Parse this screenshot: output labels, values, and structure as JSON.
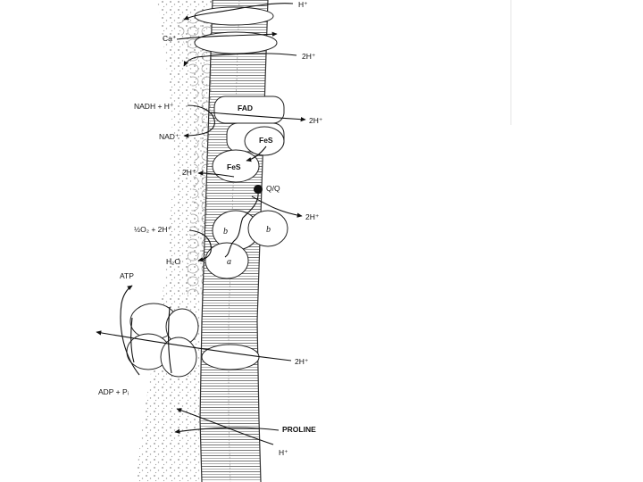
{
  "figure": {
    "labels": {
      "h_top": "H⁺",
      "ca": "Ca⁺",
      "two_h_upper": "2H⁺",
      "nadh": "NADH + H⁺",
      "fad": "FAD",
      "two_h_nadh": "2H⁺",
      "nad": "NAD⁺",
      "fes_upper": "FeS",
      "fes_lower": "FeS",
      "two_h_q": "2H⁺",
      "q": "Q/Q",
      "two_h_cyt": "2H⁺",
      "cyt_b_left": "b",
      "cyt_b_right": "b",
      "half_o2": "½O₂ + 2H⁺",
      "h2o": "H₂O",
      "cyt_a": "a",
      "atp": "ATP",
      "two_h_atp": "2H⁺",
      "adp": "ADP + Pᵢ",
      "proline": "PROLINE",
      "h_bottom": "H⁺"
    },
    "colors": {
      "ink": "#111111",
      "stipple": "#9a9a9a",
      "membrane": "#555555",
      "protein_fill": "#ffffff"
    }
  }
}
